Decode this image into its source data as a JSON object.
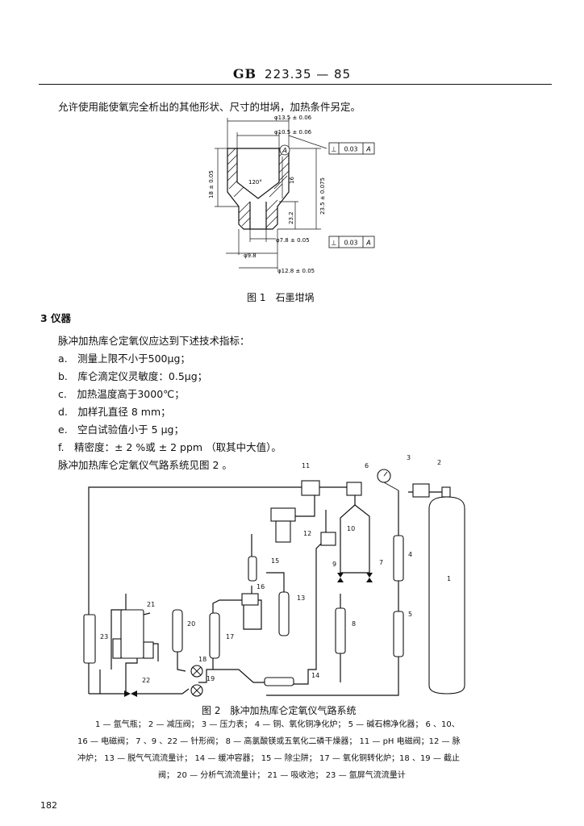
{
  "header": {
    "standard": "GB",
    "number": "223.35 — 85"
  },
  "intro": "允许使用能使氧完全析出的其他形状、尺寸的坩埚，加热条件另定。",
  "fig1": {
    "caption": "图 1　石墨坩埚",
    "dims": {
      "top_outer": "φ13.5 ± 0.06",
      "top_inner": "φ10.5 ± 0.06",
      "datum": "A",
      "angle": "120°",
      "height_left": "18 ± 0.05",
      "depth": "16",
      "total_height": "23.5 ± 0.075",
      "lower": "23.2",
      "bore": "φ7.8 ± 0.05",
      "bottom_inner": "φ9.8",
      "bottom_outer": "φ12.8 ± 0.05",
      "tol1_symbol": "⊥",
      "tol1_value": "0.03",
      "tol1_ref": "A",
      "tol2_symbol": "⊥",
      "tol2_value": "0.03",
      "tol2_ref": "A"
    }
  },
  "section3": {
    "heading": "3 仪器",
    "lead": "脉冲加热库仑定氧仪应达到下述技术指标：",
    "items": [
      "a.　测量上限不小于500μg；",
      "b.　库仑滴定仪灵敏度：0.5μg；",
      "c.　加热温度高于3000℃；",
      "d.　加样孔直径 8 mm；",
      "e.　空白试验值小于 5 μg；",
      "f.　精密度：± 2 %或 ± 2 ppm （取其中大值）。"
    ],
    "ref": "脉冲加热库仑定氧仪气路系统见图 2 。"
  },
  "fig2": {
    "caption": "图 2　脉冲加热库仑定氧仪气路系统",
    "labels": [
      "1",
      "2",
      "3",
      "4",
      "5",
      "6",
      "7",
      "8",
      "9",
      "10",
      "11",
      "12",
      "13",
      "14",
      "15",
      "16",
      "17",
      "18",
      "19",
      "20",
      "21",
      "22",
      "23"
    ],
    "legend": [
      "1 — 氩气瓶； 2 — 减压阀； 3 — 压力表； 4 — 铜、氧化铜净化炉； 5 — 碱石棉净化器； 6 、10、",
      "16 — 电磁阀； 7 、9 、22 — 针形阀；  8 — 高氯酸镁或五氧化二磷干燥器； 11 — pH 电磁阀；12 — 脉",
      "冲炉； 13 — 脱气气流流量计； 14 — 缓冲容器； 15 — 除尘阱； 17 — 氧化铜转化炉；18 、19 — 截止",
      "阀； 20 — 分析气流流量计； 21 — 吸收池； 23 — 氩屏气流流量计"
    ]
  },
  "footer": {
    "page": "182"
  }
}
